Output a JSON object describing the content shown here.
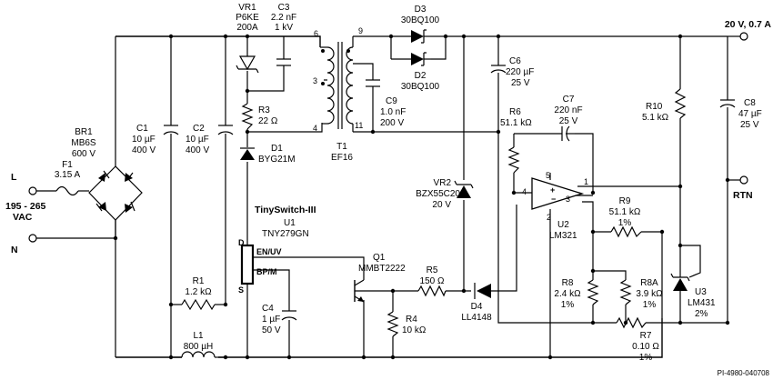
{
  "rails": {
    "out_positive": "20 V, 0.7 A",
    "out_return": "RTN",
    "in_line": "L",
    "in_neutral": "N",
    "in_range": "195 - 265",
    "in_type": "VAC"
  },
  "components": {
    "VR1": {
      "ref": "VR1",
      "part": "P6KE",
      "value": "200A"
    },
    "C3": {
      "ref": "C3",
      "value": "2.2 nF",
      "rating": "1 kV"
    },
    "D3": {
      "ref": "D3",
      "part": "30BQ100"
    },
    "D2": {
      "ref": "D2",
      "part": "30BQ100"
    },
    "C6": {
      "ref": "C6",
      "value": "220 µF",
      "rating": "25 V"
    },
    "C9": {
      "ref": "C9",
      "value": "1.0 nF",
      "rating": "200 V"
    },
    "C1": {
      "ref": "C1",
      "value": "10 µF",
      "rating": "400 V"
    },
    "C2": {
      "ref": "C2",
      "value": "10 µF",
      "rating": "400 V"
    },
    "BR1": {
      "ref": "BR1",
      "part": "MB6S",
      "rating": "600 V"
    },
    "F1": {
      "ref": "F1",
      "value": "3.15 A"
    },
    "R3": {
      "ref": "R3",
      "value": "22 Ω"
    },
    "D1": {
      "ref": "D1",
      "part": "BYG21M"
    },
    "T1": {
      "ref": "T1",
      "part": "EF16"
    },
    "R6": {
      "ref": "R6",
      "value": "51.1 kΩ"
    },
    "C7": {
      "ref": "C7",
      "value": "220 nF",
      "rating": "25 V"
    },
    "R10": {
      "ref": "R10",
      "value": "5.1 kΩ"
    },
    "C8": {
      "ref": "C8",
      "value": "47 µF",
      "rating": "25 V"
    },
    "VR2": {
      "ref": "VR2",
      "part": "BZX55C20",
      "value": "20 V"
    },
    "U2": {
      "ref": "U2",
      "part": "LM321"
    },
    "R9": {
      "ref": "R9",
      "value": "51.1 kΩ",
      "tolerance": "1%"
    },
    "U1": {
      "title": "TinySwitch-III",
      "ref": "U1",
      "part": "TNY279GN"
    },
    "Q1": {
      "ref": "Q1",
      "part": "MMBT2222"
    },
    "R5": {
      "ref": "R5",
      "value": "150 Ω"
    },
    "R1": {
      "ref": "R1",
      "value": "1.2 kΩ"
    },
    "C4": {
      "ref": "C4",
      "value": "1 µF",
      "rating": "50 V"
    },
    "R4": {
      "ref": "R4",
      "value": "10 kΩ"
    },
    "D4": {
      "ref": "D4",
      "part": "LL4148"
    },
    "R8": {
      "ref": "R8",
      "value": "2.4 kΩ",
      "tolerance": "1%"
    },
    "R8A": {
      "ref": "R8A",
      "value": "3.9 kΩ",
      "tolerance": "1%"
    },
    "U3": {
      "ref": "U3",
      "part": "LM431",
      "tolerance": "2%"
    },
    "L1": {
      "ref": "L1",
      "value": "800 µH"
    },
    "R7": {
      "ref": "R7",
      "value": "0.10 Ω",
      "tolerance": "1%"
    }
  },
  "pins": {
    "t1_6": "6",
    "t1_3": "3",
    "t1_4": "4",
    "t1_9": "9",
    "t1_11": "11",
    "u1_d": "D",
    "u1_s": "S",
    "u1_enuv": "EN/UV",
    "u1_bpm": "BP/M",
    "u2_5": "5",
    "u2_4": "4",
    "u2_3": "3",
    "u2_2": "2",
    "u2_1": "1",
    "u2_plus": "+",
    "u2_minus": "−"
  },
  "footer": {
    "drawing_id": "PI-4980-040708"
  }
}
